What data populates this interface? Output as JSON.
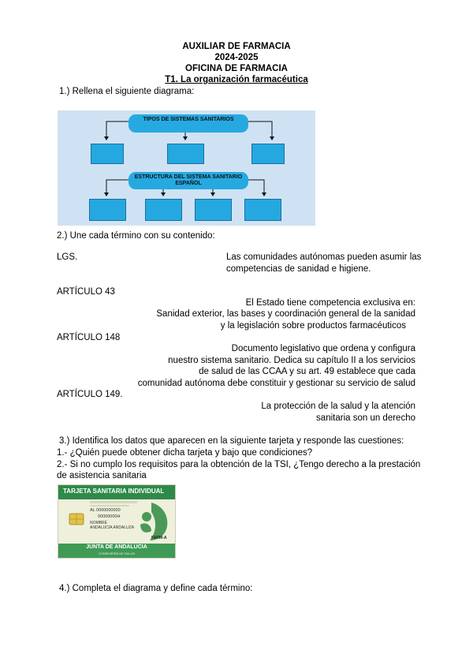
{
  "header": {
    "line1": "AUXILIAR DE FARMACIA",
    "line2": "2024-2025",
    "line3": "OFICINA DE FARMACIA",
    "line4": "T1. La organización farmacéutica"
  },
  "q1": {
    "prompt": "1.) Rellena el siguiente diagrama:",
    "diagram": {
      "top_label": "TIPOS DE SISTEMAS SANITARIOS",
      "bottom_label": "ESTRUCTURA DEL SISTEMA SANITARIO ESPAÑOL"
    }
  },
  "q2": {
    "prompt": "2.) Une cada término con su contenido:",
    "terms": [
      "LGS.",
      "ARTÍCULO 43",
      "ARTÍCULO 148",
      "ARTÍCULO 149."
    ],
    "def1": [
      "Las comunidades autónomas pueden asumir las",
      "competencias de sanidad e higiene."
    ],
    "def2": [
      "El Estado tiene competencia exclusiva en:",
      "Sanidad exterior, las bases y coordinación general de la sanidad",
      "y la legislación sobre productos farmacéuticos"
    ],
    "def3": [
      "Documento legislativo que ordena y configura",
      "nuestro sistema sanitario. Dedica su capítulo II a los servicios",
      "de salud de las CCAA y su art. 49 establece que cada",
      "comunidad autónoma debe constituir y gestionar su servicio de salud"
    ],
    "def4": [
      "La protección de la salud y la atención",
      "sanitaria son un derecho"
    ]
  },
  "q3": {
    "prompt": "3.) Identifica los datos que aparecen en la siguiente tarjeta y responde las cuestiones:",
    "sub1": "1.- ¿Quién puede obtener dicha tarjeta y bajo que condiciones?",
    "sub2a": "2.- Si no cumplo los requisitos para la obtención de la TSI, ¿Tengo derecho a la prestación",
    "sub2b": "de asistencia sanitaria",
    "card": {
      "title": "TARJETA SANITARIA INDIVIDUAL",
      "code1": "AL 0000000000",
      "code2": "00000000H",
      "name1": "NOMBRE",
      "name2": "ANDALUCÍA ANDALUZA",
      "code3": "FARM-A",
      "footer1": "JUNTA DE ANDALUCIA",
      "footer2": "CONSEJERÍA DE SALUD"
    }
  },
  "q4": {
    "prompt": "4.) Completa el diagrama y define cada término:"
  }
}
